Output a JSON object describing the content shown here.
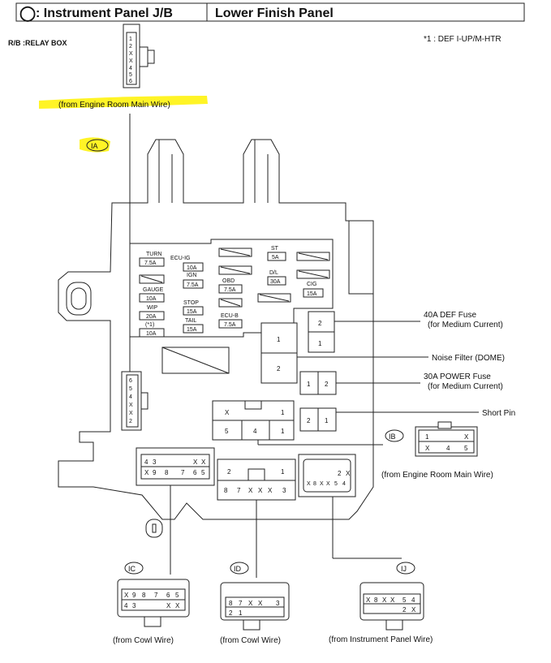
{
  "header": {
    "symbol": "◯",
    "title_left": ": Instrument Panel J/B",
    "title_right": "Lower Finish Panel"
  },
  "relay_box_label": "R/B :RELAY BOX",
  "footnote": "*1 : DEF I-UP/M-HTR",
  "connectors": {
    "ia": {
      "id": "IA",
      "source": "(from Engine Room Main Wire)",
      "pins": [
        "1",
        "2",
        "X",
        "X",
        "4",
        "5",
        "6"
      ]
    },
    "ib": {
      "id": "IB",
      "source": "(from Engine Room Main Wire)",
      "pins_top": [
        "1",
        "X"
      ],
      "pins_bottom": [
        "X",
        "4",
        "5"
      ]
    },
    "ic": {
      "id": "IC",
      "source": "(from Cowl Wire)",
      "row1": [
        "X",
        "9",
        "8",
        "7",
        "6",
        "5"
      ],
      "row2": [
        "4",
        "3",
        "X",
        "X"
      ]
    },
    "id": {
      "id": "ID",
      "source": "(from Cowl Wire)",
      "row1": [
        "8",
        "7",
        "X",
        "X",
        "3"
      ],
      "row2": [
        "2",
        "1"
      ]
    },
    "ij": {
      "id": "IJ",
      "source": "(from Instrument Panel Wire)",
      "row1": [
        "X",
        "8",
        "X",
        "X",
        "5",
        "4"
      ],
      "row2": [
        "2",
        "X"
      ]
    }
  },
  "fuses": {
    "turn": {
      "name": "TURN",
      "rating": "7.5A"
    },
    "ecu_ig": {
      "name": "ECU-IG",
      "rating": "10A"
    },
    "ign": {
      "name": "IGN",
      "rating": "7.5A"
    },
    "gauge": {
      "name": "GAUGE",
      "rating": "10A"
    },
    "wip": {
      "name": "WIP",
      "rating": "20A"
    },
    "star1": {
      "name": "(*1)",
      "rating": "10A"
    },
    "stop": {
      "name": "STOP",
      "rating": "15A"
    },
    "tail": {
      "name": "TAIL",
      "rating": "15A"
    },
    "ecu_b": {
      "name": "ECU-B",
      "rating": "7.5A"
    },
    "obd": {
      "name": "OBD",
      "rating": "7.5A"
    },
    "st": {
      "name": "ST",
      "rating": "5A"
    },
    "dl": {
      "name": "D/L",
      "rating": "30A"
    },
    "cig": {
      "name": "CIG",
      "rating": "15A"
    }
  },
  "relay_pins": {
    "r1": [
      "1",
      "2"
    ],
    "def_relay": [
      "2",
      "1"
    ],
    "power_relay": [
      "1",
      "2"
    ],
    "short_pin": [
      "2",
      "1"
    ],
    "big_top": [
      "X",
      "1"
    ],
    "big_bottom": [
      "5",
      "4",
      "1"
    ],
    "c2_top": [
      "2",
      "1"
    ],
    "c2_bottom": [
      "8",
      "7",
      "X",
      "X",
      "X",
      "3"
    ],
    "c1_top": [
      "4",
      "3",
      "X",
      "X"
    ],
    "c1_bottom": [
      "X",
      "9",
      "8",
      "7",
      "6",
      "5"
    ],
    "c3_top": [
      "2",
      "X"
    ],
    "c3_bottom": [
      "X",
      "8",
      "X",
      "X",
      "5",
      "4"
    ]
  },
  "callouts": {
    "def_fuse": "40A DEF Fuse",
    "def_fuse_sub": "(for Medium Current)",
    "noise_filter": "Noise Filter (DOME)",
    "power_fuse": "30A POWER Fuse",
    "power_fuse_sub": "(for Medium Current)",
    "short_pin": "Short Pin"
  },
  "colors": {
    "highlight": "#fff200",
    "line": "#222222"
  }
}
